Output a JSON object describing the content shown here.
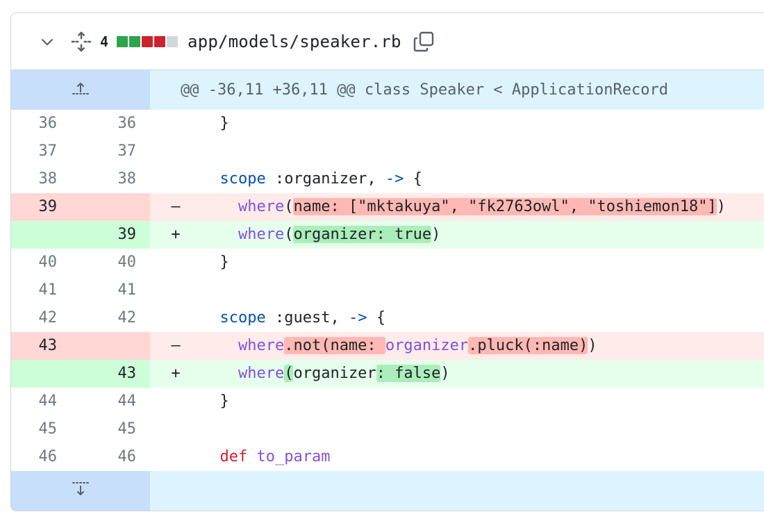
{
  "file": {
    "change_count": "4",
    "path": "app/models/speaker.rb",
    "diffstat": [
      "#2da44e",
      "#2da44e",
      "#cf222e",
      "#cf222e",
      "#d0d7de"
    ]
  },
  "hunk": {
    "header": "@@ -36,11 +36,11 @@ class Speaker < ApplicationRecord"
  },
  "lines": [
    {
      "type": "ctx",
      "old": "36",
      "new": "36",
      "sign": "",
      "tokens": [
        {
          "t": "  }",
          "c": "text"
        }
      ]
    },
    {
      "type": "ctx",
      "old": "37",
      "new": "37",
      "sign": "",
      "tokens": []
    },
    {
      "type": "ctx",
      "old": "38",
      "new": "38",
      "sign": "",
      "tokens": [
        {
          "t": "  ",
          "c": "text"
        },
        {
          "t": "scope",
          "c": "kw"
        },
        {
          "t": " :organizer, ",
          "c": "text"
        },
        {
          "t": "->",
          "c": "kw"
        },
        {
          "t": " {",
          "c": "text"
        }
      ]
    },
    {
      "type": "del",
      "old": "39",
      "new": "",
      "sign": "–",
      "tokens": [
        {
          "t": "    ",
          "c": "text"
        },
        {
          "t": "where",
          "c": "fn"
        },
        {
          "t": "(",
          "c": "text"
        },
        {
          "t": "name: [\"mktakuya\", \"fk2763owl\", \"toshiemon18\"]",
          "c": "text",
          "h": "del"
        },
        {
          "t": ")",
          "c": "text"
        }
      ]
    },
    {
      "type": "add",
      "old": "",
      "new": "39",
      "sign": "+",
      "tokens": [
        {
          "t": "    ",
          "c": "text"
        },
        {
          "t": "where",
          "c": "fn"
        },
        {
          "t": "(",
          "c": "text"
        },
        {
          "t": "organizer: true",
          "c": "text",
          "h": "add"
        },
        {
          "t": ")",
          "c": "text"
        }
      ]
    },
    {
      "type": "ctx",
      "old": "40",
      "new": "40",
      "sign": "",
      "tokens": [
        {
          "t": "  }",
          "c": "text"
        }
      ]
    },
    {
      "type": "ctx",
      "old": "41",
      "new": "41",
      "sign": "",
      "tokens": []
    },
    {
      "type": "ctx",
      "old": "42",
      "new": "42",
      "sign": "",
      "tokens": [
        {
          "t": "  ",
          "c": "text"
        },
        {
          "t": "scope",
          "c": "kw"
        },
        {
          "t": " :guest, ",
          "c": "text"
        },
        {
          "t": "->",
          "c": "kw"
        },
        {
          "t": " {",
          "c": "text"
        }
      ]
    },
    {
      "type": "del",
      "old": "43",
      "new": "",
      "sign": "–",
      "tokens": [
        {
          "t": "    ",
          "c": "text"
        },
        {
          "t": "where",
          "c": "fn"
        },
        {
          "t": ".not(name: ",
          "c": "text",
          "h": "del"
        },
        {
          "t": "organizer",
          "c": "fn"
        },
        {
          "t": ".pluck(:name)",
          "c": "text",
          "h": "del"
        },
        {
          "t": ")",
          "c": "text"
        }
      ]
    },
    {
      "type": "add",
      "old": "",
      "new": "43",
      "sign": "+",
      "tokens": [
        {
          "t": "    ",
          "c": "text"
        },
        {
          "t": "where",
          "c": "fn"
        },
        {
          "t": "(",
          "c": "text",
          "h": "add"
        },
        {
          "t": "organizer",
          "c": "text"
        },
        {
          "t": ": false",
          "c": "text",
          "h": "add"
        },
        {
          "t": ")",
          "c": "text"
        }
      ]
    },
    {
      "type": "ctx",
      "old": "44",
      "new": "44",
      "sign": "",
      "tokens": [
        {
          "t": "  }",
          "c": "text"
        }
      ]
    },
    {
      "type": "ctx",
      "old": "45",
      "new": "45",
      "sign": "",
      "tokens": []
    },
    {
      "type": "ctx",
      "old": "46",
      "new": "46",
      "sign": "",
      "tokens": [
        {
          "t": "  ",
          "c": "text"
        },
        {
          "t": "def",
          "c": "def"
        },
        {
          "t": " ",
          "c": "text"
        },
        {
          "t": "to_param",
          "c": "fn"
        }
      ]
    }
  ]
}
